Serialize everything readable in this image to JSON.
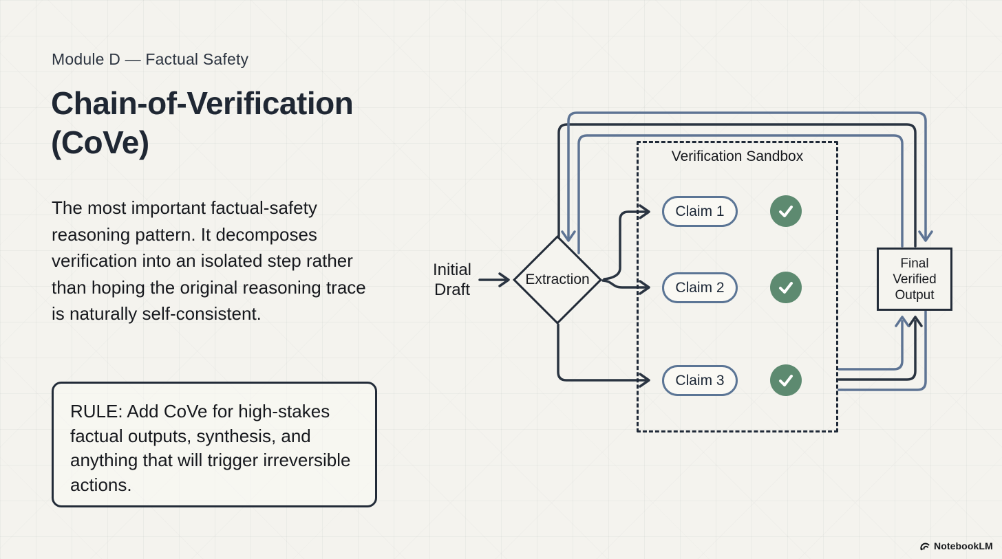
{
  "slide": {
    "eyebrow": "Module D — Factual Safety",
    "title": "Chain-of-Verification (CoVe)",
    "description": "The most important factual-safety reasoning pattern. It decomposes verification into an isolated step rather than hoping the original reasoning trace is naturally self-consistent.",
    "rule_text": "RULE: Add CoVe for high-stakes factual outputs, synthesis, and anything that will trigger irreversible actions."
  },
  "diagram": {
    "input_label": "Initial Draft",
    "process_label": "Extraction",
    "sandbox_title": "Verification Sandbox",
    "claims": [
      {
        "label": "Claim 1",
        "status_icon": "check-icon"
      },
      {
        "label": "Claim 2",
        "status_icon": "check-icon"
      },
      {
        "label": "Claim 3",
        "status_icon": "check-icon"
      }
    ],
    "output_label": "Final Verified Output"
  },
  "branding": {
    "logo_icon": "notebooklm-icon",
    "logo_text": "NotebookLM"
  },
  "colors": {
    "background": "#f4f3ee",
    "ink_dark": "#1f2733",
    "line_dark": "#2a3441",
    "line_blue": "#5e7494",
    "pill_border": "#5b7595",
    "check_green": "#5d8a70"
  }
}
